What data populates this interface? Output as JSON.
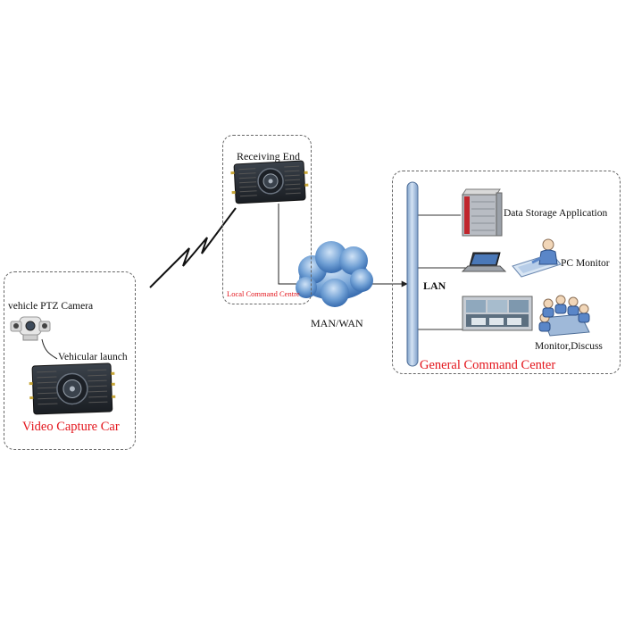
{
  "diagram": {
    "car_group": {
      "title": "Video Capture Car",
      "camera_label": "vehicle PTZ Camera",
      "launch_label": "Vehicular launch"
    },
    "local_group": {
      "receiver_label": "Receiving End",
      "title": "Local Command Centre"
    },
    "network": {
      "cloud_label": "MAN/WAN",
      "bus_label": "LAN"
    },
    "general_group": {
      "title": "General Command Center",
      "items": [
        {
          "label": "Data Storage Application",
          "icon": "server-rack-icon"
        },
        {
          "label": "PC Monitor",
          "icon": "pc-monitor-icon"
        },
        {
          "label": "Monitor,Discuss",
          "icon": "meeting-room-icon"
        }
      ]
    },
    "colors": {
      "title_red": "#e3141b",
      "bus_blue": "#a9c2e2",
      "cloud_blue": "#4d86c6",
      "device_dark": "#2a2f36"
    }
  }
}
